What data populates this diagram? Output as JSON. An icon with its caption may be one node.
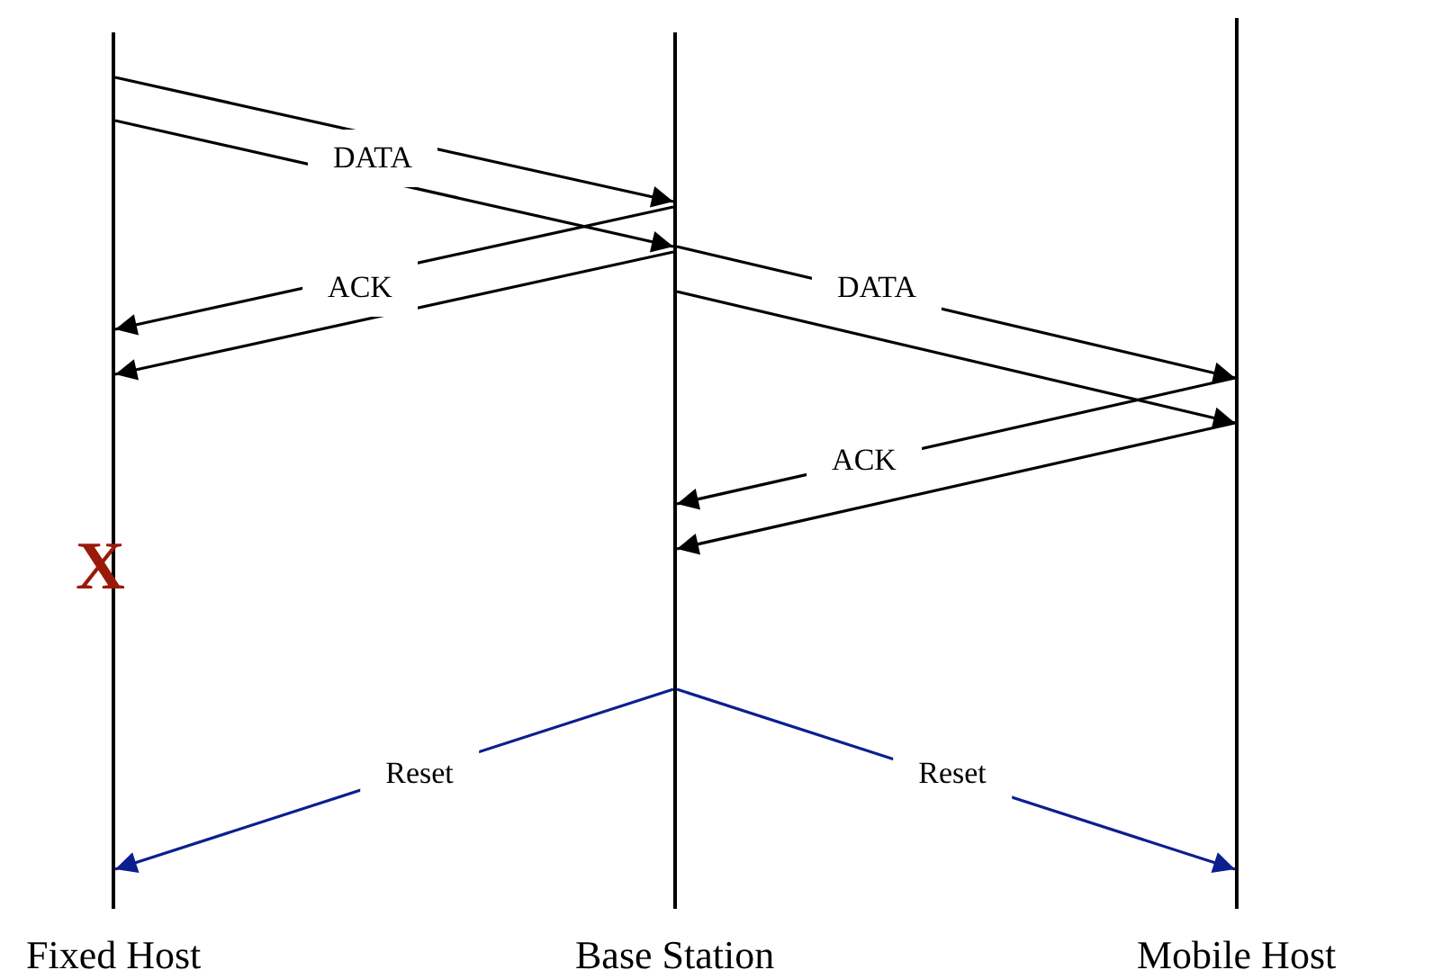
{
  "diagram": {
    "nodes": [
      {
        "text": [
          "Fixed Host"
        ]
      },
      {
        "text": [
          "Base Station"
        ]
      },
      {
        "text": [
          "Mobile Host"
        ]
      }
    ],
    "edges": [
      {
        "from": 0,
        "to": 1,
        "arrow": "to",
        "label": "DATA"
      },
      {
        "from": 0,
        "to": 1,
        "arrow": "to"
      },
      {
        "from": 1,
        "to": 0,
        "arrow": "to",
        "label": "ACK"
      },
      {
        "from": 1,
        "to": 0,
        "arrow": "to"
      },
      {
        "from": 1,
        "to": 2,
        "arrow": "to",
        "label": "DATA"
      },
      {
        "from": 1,
        "to": 2,
        "arrow": "to"
      },
      {
        "from": 2,
        "to": 1,
        "arrow": "to",
        "label": "ACK"
      },
      {
        "from": 2,
        "to": 1,
        "arrow": "to"
      },
      {
        "from": 1,
        "to": 0,
        "arrow": "to",
        "label": "Reset",
        "color": "#0b1f8f"
      },
      {
        "from": 1,
        "to": 2,
        "arrow": "to",
        "label": "Reset",
        "color": "#0b1f8f"
      }
    ],
    "labels": [
      "X"
    ]
  }
}
